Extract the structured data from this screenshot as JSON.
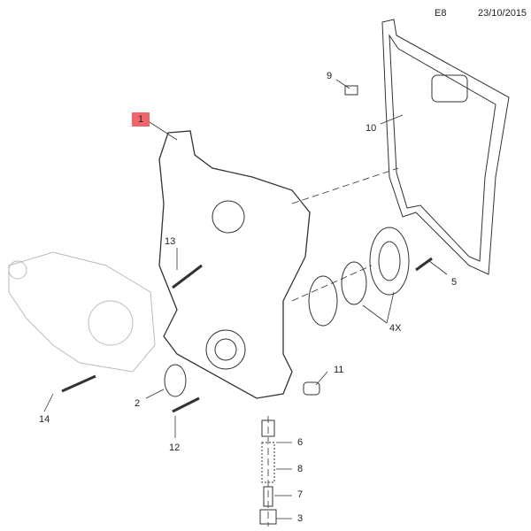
{
  "header": {
    "code": "E8",
    "date": "23/10/2015"
  },
  "highlight_color": "#f0646c",
  "callouts": {
    "p1": "1",
    "p2": "2",
    "p3": "3",
    "p4": "4X",
    "p5": "5",
    "p6": "6",
    "p7": "7",
    "p8": "8",
    "p9": "9",
    "p10": "10",
    "p11": "11",
    "p12": "12",
    "p13": "13",
    "p14": "14"
  }
}
